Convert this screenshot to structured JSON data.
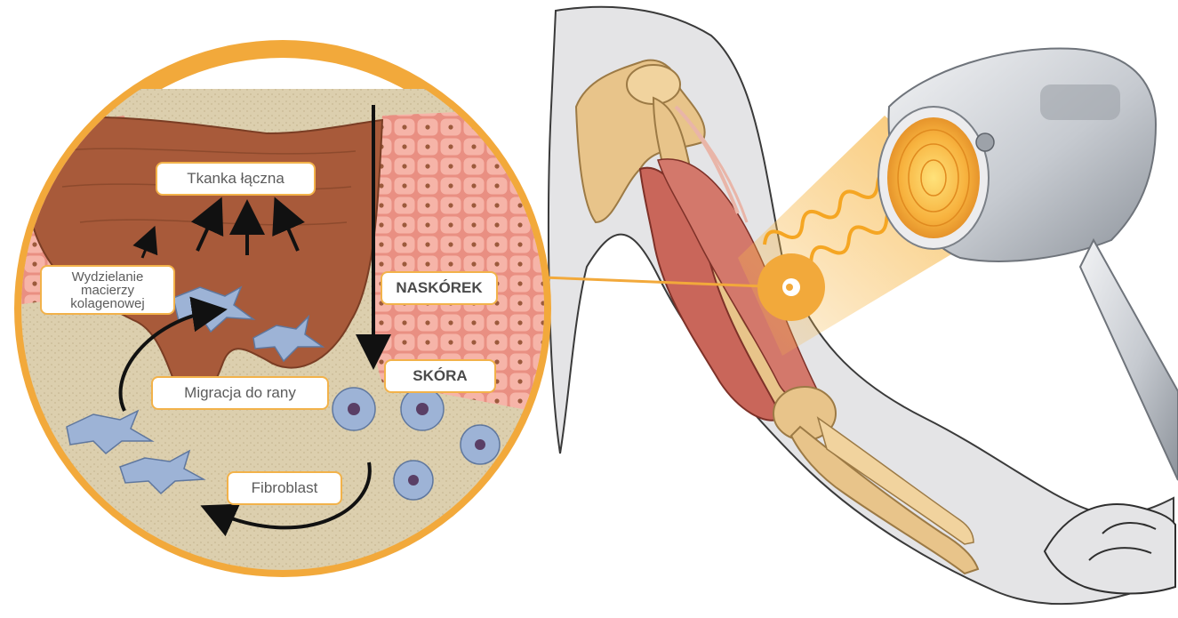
{
  "labels": {
    "tkanka": "Tkanka łączna",
    "wydzielanie": "Wydzielanie\nmacierzy\nkolagenowej",
    "naskorek": "NASKÓREK",
    "skora": "SKÓRA",
    "migracja": "Migracja do rany",
    "fibroblast": "Fibroblast"
  },
  "colors": {
    "ring": "#f2a93b",
    "tissue": "#a85a3a",
    "dermis": "#dccfae",
    "epidermis_cells": "#f3a69a",
    "label_border": "#f2b24a",
    "arm_bg": "#e4e4e6",
    "bone": "#e8c48a",
    "muscle": "#c9665a",
    "beam": "#f9c25a",
    "device": "#cfd3d8"
  }
}
